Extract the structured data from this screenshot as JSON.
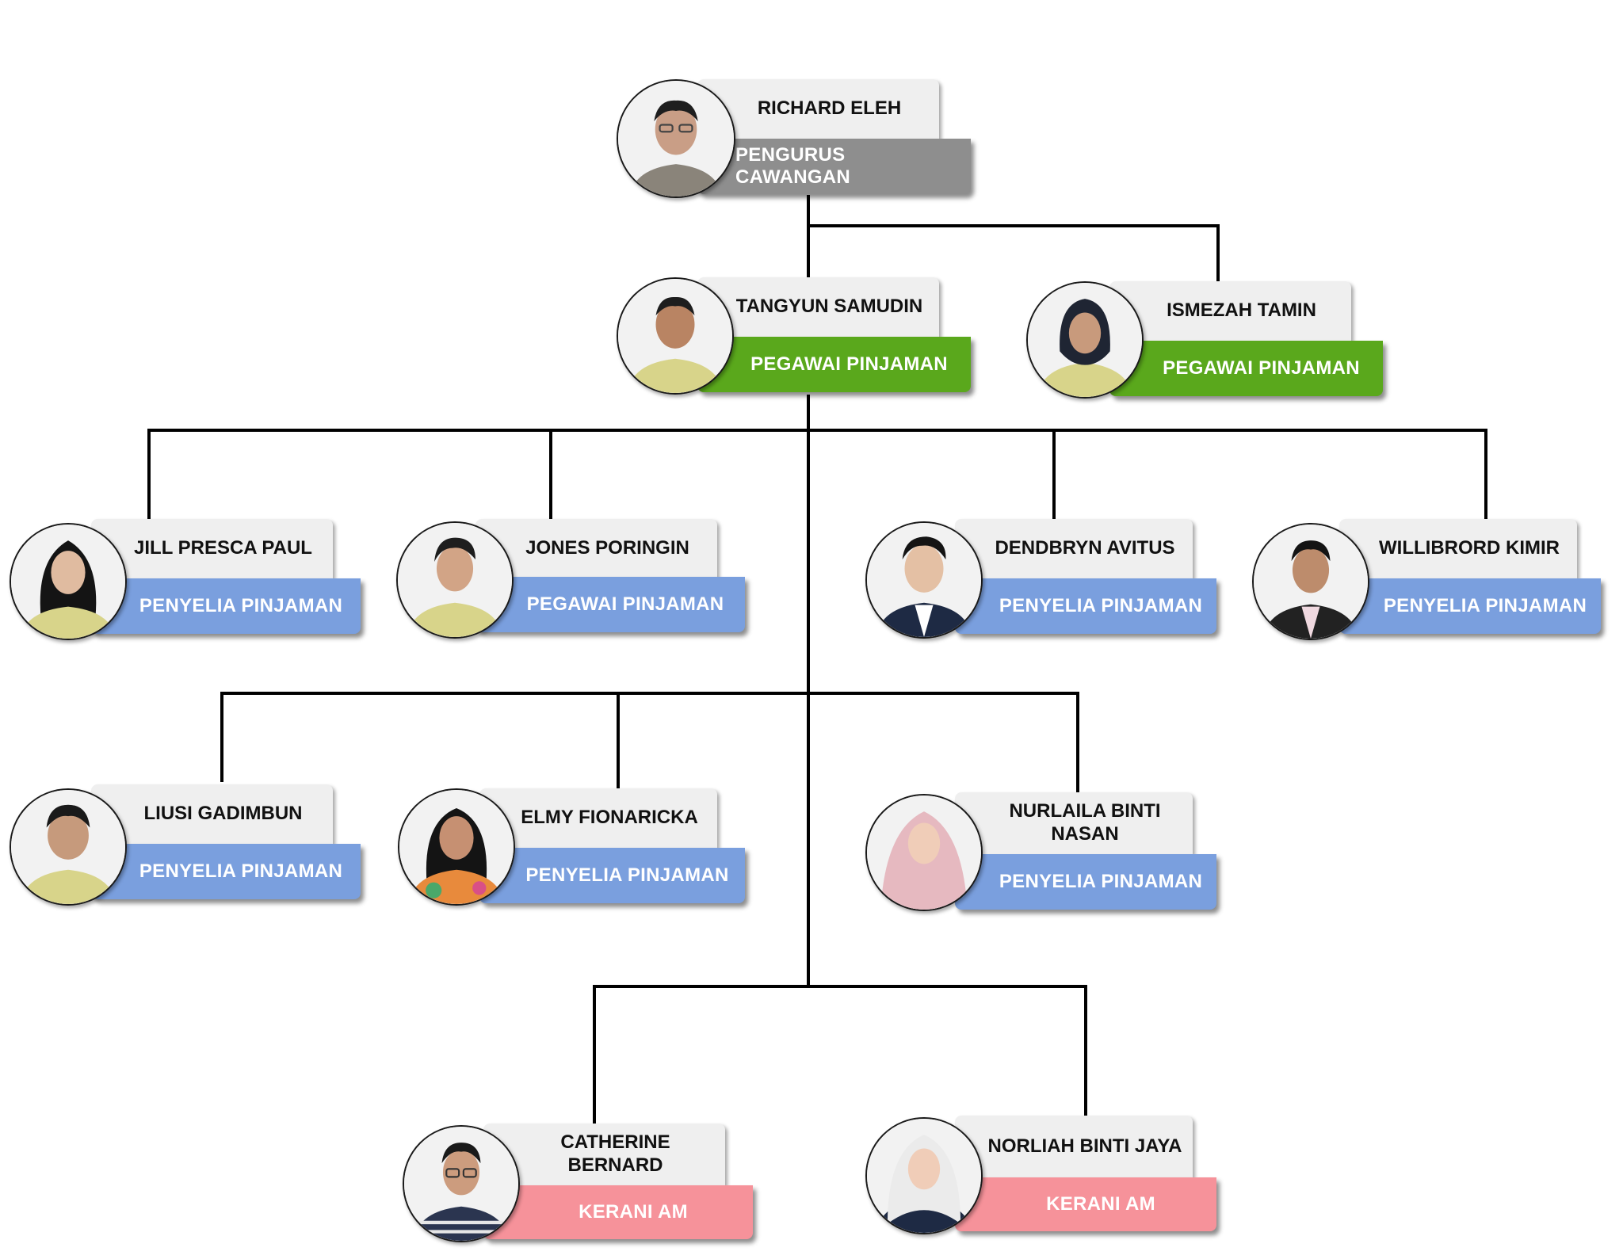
{
  "people": {
    "richard": {
      "name": "RICHARD ELEH",
      "role": "PENGURUS CAWANGAN"
    },
    "tangyun": {
      "name": "TANGYUN SAMUDIN",
      "role": "PEGAWAI PINJAMAN"
    },
    "ismezah": {
      "name": "ISMEZAH TAMIN",
      "role": "PEGAWAI PINJAMAN"
    },
    "jill": {
      "name": "JILL PRESCA PAUL",
      "role": "PENYELIA PINJAMAN"
    },
    "jones": {
      "name": "JONES PORINGIN",
      "role": "PEGAWAI PINJAMAN"
    },
    "dendbryn": {
      "name": "DENDBRYN AVITUS",
      "role": "PENYELIA PINJAMAN"
    },
    "willibrord": {
      "name": "WILLIBRORD KIMIR",
      "role": "PENYELIA PINJAMAN"
    },
    "liusi": {
      "name": "LIUSI GADIMBUN",
      "role": "PENYELIA PINJAMAN"
    },
    "elmy": {
      "name": "ELMY FIONARICKA",
      "role": "PENYELIA PINJAMAN"
    },
    "nurlaila": {
      "name": "NURLAILA BINTI NASAN",
      "role": "PENYELIA PINJAMAN"
    },
    "catherine": {
      "name": "CATHERINE BERNARD",
      "role": "KERANI AM"
    },
    "norliah": {
      "name": "NORLIAH BINTI JAYA",
      "role": "KERANI AM"
    }
  },
  "colors": {
    "pengurus": "#8e8e8e",
    "pegawai": "#5aa81c",
    "penyelia": "#7a9fde",
    "kerani": "#f6929a",
    "name_box": "#efefef",
    "connector": "#000000"
  }
}
